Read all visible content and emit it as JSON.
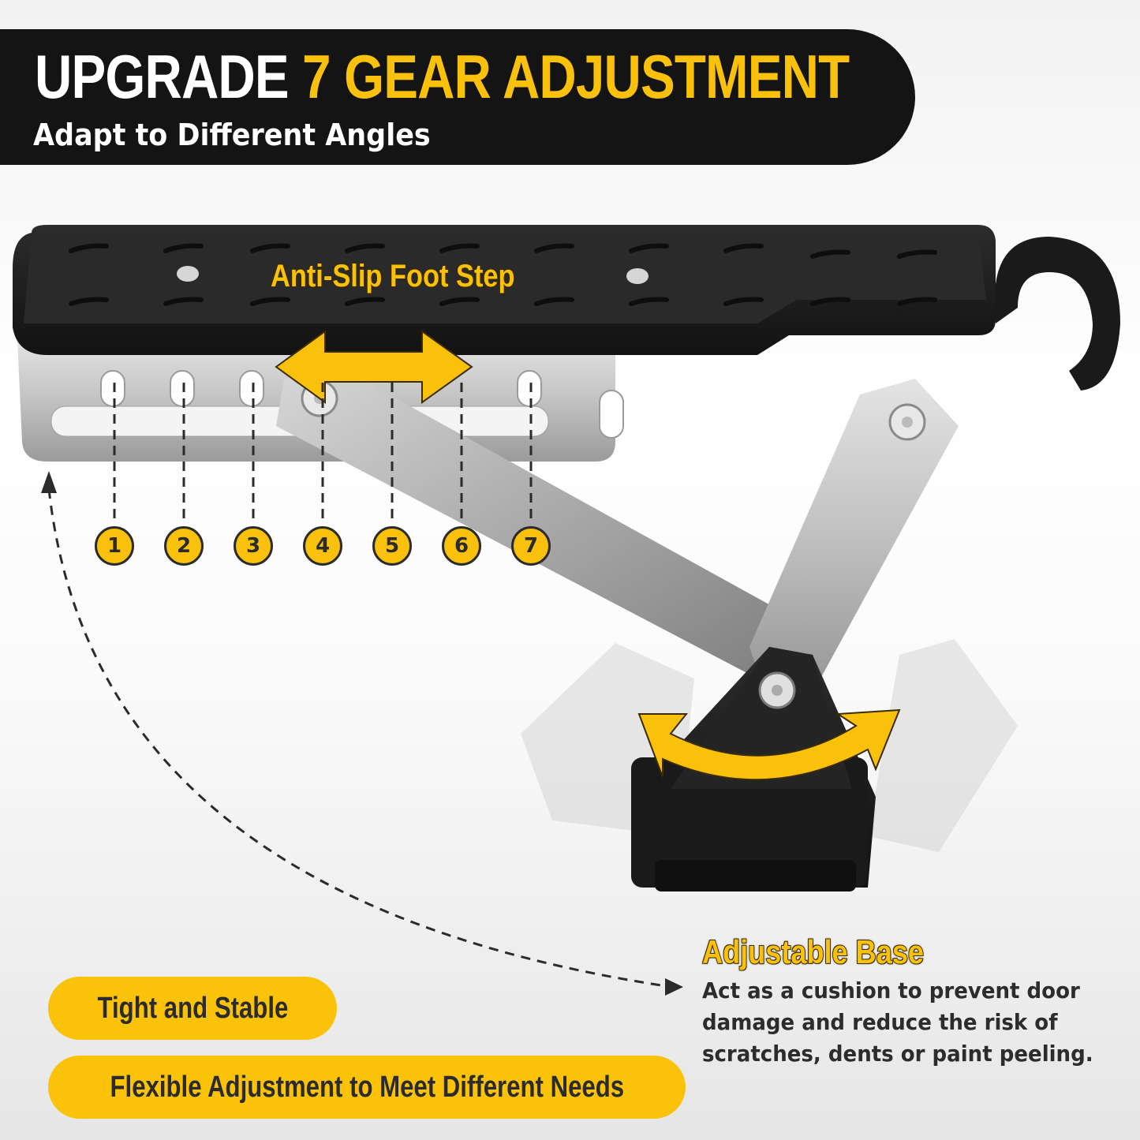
{
  "header": {
    "title_prefix": "UPGRADE",
    "title_highlight": "7 GEAR ADJUSTMENT",
    "subtitle": "Adapt to Different Angles"
  },
  "callouts": {
    "foot_step": "Anti-Slip Foot Step",
    "base_title": "Adjustable Base",
    "base_description": "Act as a cushion to prevent door damage and reduce the risk of scratches, dents or paint peeling."
  },
  "gears": [
    "1",
    "2",
    "3",
    "4",
    "5",
    "6",
    "7"
  ],
  "features": [
    {
      "label": "Tight and Stable"
    },
    {
      "label": "Flexible Adjustment to Meet Different Needs"
    }
  ],
  "icons": {
    "foot_step_arrow": "double-horizontal-arrow-icon",
    "base_arrow": "curved-double-arrow-icon",
    "angle_arrow": "dashed-curved-arrow-icon"
  },
  "colors": {
    "accent": "#f9c10b",
    "banner": "#141414",
    "text_dark": "#2b2b2b",
    "rubber": "#1c1c1c",
    "steel": "#c8c8c8"
  }
}
